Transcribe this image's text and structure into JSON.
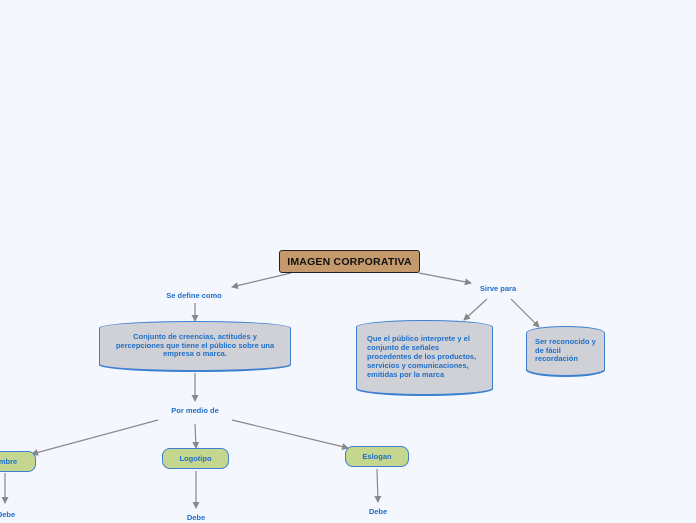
{
  "root": {
    "title": "IMAGEN CORPORATIVA"
  },
  "links": {
    "se_define_como": "Se define como",
    "sirve_para": "Sirve para",
    "por_medio_de": "Por medio de",
    "debe": "Debe"
  },
  "nodes": {
    "definicion": "Conjunto de creencias, actitudes y percepciones que tiene el público sobre una empresa o marca.",
    "interpretacion": "Que el público interprete y el conjunto de señales procedentes de los productos, servicios y comunicaciones, emitidas por la marca",
    "reconocido": "Ser reconocido y de fácil recordación",
    "nombre": "Nombre",
    "logotipo": "Logotipo",
    "eslogan": "Eslogan"
  },
  "colors": {
    "background": "#f5f7fe",
    "root_fill": "#c49a6c",
    "cylinder_fill": "#cfd1d6",
    "pill_fill": "#c5d68f",
    "text_blue": "#1f6fc8",
    "connector": "#888888"
  }
}
